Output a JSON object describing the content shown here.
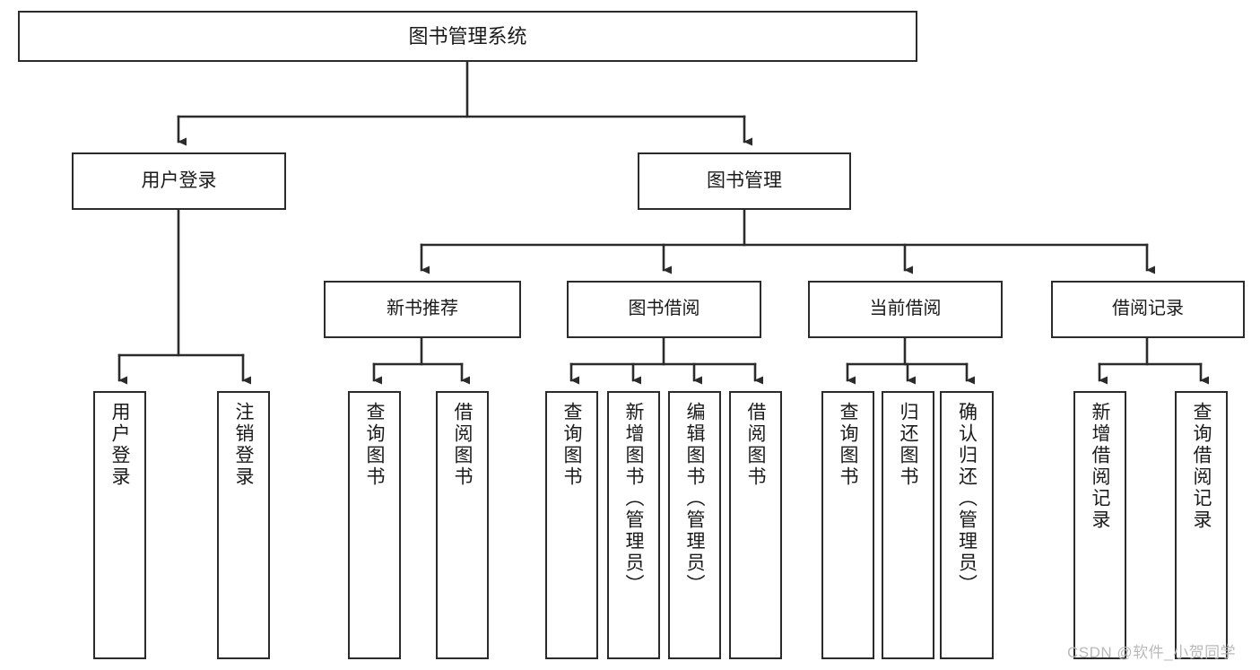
{
  "diagram": {
    "title": "图书管理系统",
    "type": "功能结构图",
    "style": {
      "box_border_color": "#2b2b2b",
      "box_fill_color": "#ffffff",
      "connector_color": "#2b2b2b",
      "text_color": "#1a1a1a",
      "background_color": "#ffffff",
      "watermark_color": "#b9b9b9"
    },
    "watermark": "CSDN @软件_小贺同学",
    "nodes": {
      "root": {
        "label": "图书管理系统"
      },
      "level2": [
        {
          "label": "用户登录"
        },
        {
          "label": "图书管理"
        }
      ],
      "level3": [
        {
          "label": "新书推荐"
        },
        {
          "label": "图书借阅"
        },
        {
          "label": "当前借阅"
        },
        {
          "label": "借阅记录"
        }
      ],
      "leaves": {
        "user_login": [
          {
            "label": "用户登录"
          },
          {
            "label": "注销登录"
          }
        ],
        "new_book_recommend": [
          {
            "label": "查询图书"
          },
          {
            "label": "借阅图书"
          }
        ],
        "book_borrow": [
          {
            "label": "查询图书"
          },
          {
            "label": "新增图书（管理员）"
          },
          {
            "label": "编辑图书（管理员）"
          },
          {
            "label": "借阅图书"
          }
        ],
        "current_borrow": [
          {
            "label": "查询图书"
          },
          {
            "label": "归还图书"
          },
          {
            "label": "确认归还（管理员）"
          }
        ],
        "borrow_record": [
          {
            "label": "新增借阅记录"
          },
          {
            "label": "查询借阅记录"
          }
        ]
      }
    }
  }
}
